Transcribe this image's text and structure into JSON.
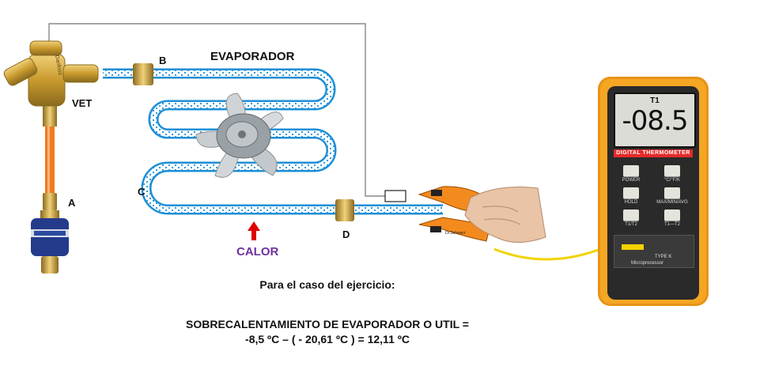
{
  "diagram": {
    "title": "EVAPORADOR",
    "points": {
      "a": "A",
      "b": "B",
      "c": "C",
      "d": "D"
    },
    "valve_label": "VET",
    "valve_brand": "Danfoss",
    "heat_label": "CALOR",
    "clamp_brand": "Dr.Schwarz"
  },
  "thermometer": {
    "channel": "T1",
    "reading": "-08.5",
    "brand_strip": "DIGITAL THERMOMETER",
    "buttons": [
      "POWER",
      "°C/°F/K",
      "HOLD",
      "MAX/MIN/AVG",
      "T1/T2",
      "T1—T2"
    ],
    "type_label": "TYPE K",
    "processor_label": "Microprocessor"
  },
  "explanation": {
    "heading": "Para el caso del ejercicio:",
    "formula_title": "SOBRECALENTAMIENTO DE EVAPORADOR O UTIL =",
    "formula": "-8,5 ºC – ( - 20,61 ºC ) = 12,11 ºC"
  },
  "colors": {
    "tube": "#1e8fd6",
    "liquid_line": "#f07b1e",
    "fitting": "#c99a2e",
    "thermometer_body": "#f5a623",
    "heat_arrow": "#e00000",
    "calor_text": "#7030a0",
    "clamp": "#f38a1e"
  }
}
